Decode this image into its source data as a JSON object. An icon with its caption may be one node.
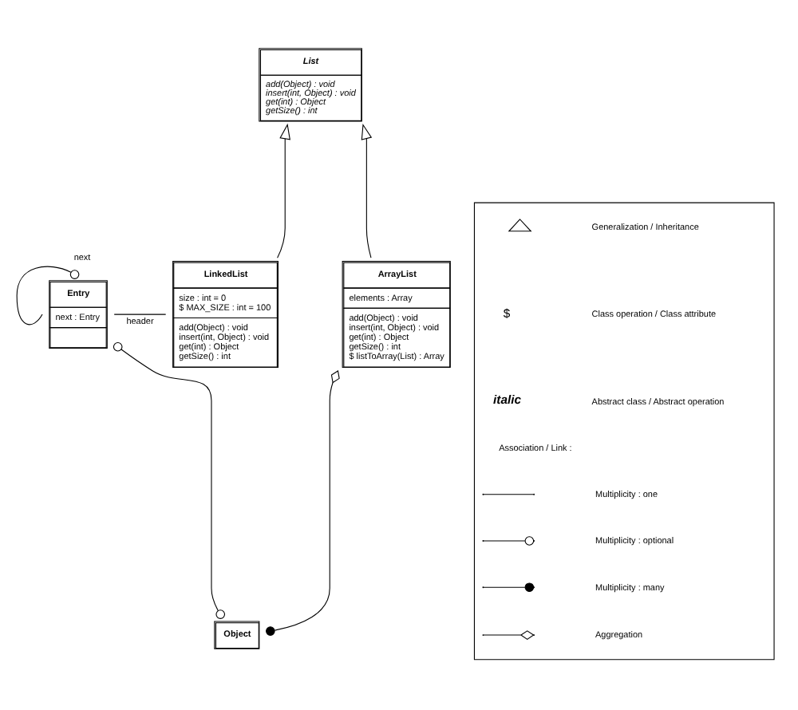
{
  "diagram": {
    "nodes": [
      {
        "text": [
          "List",
          "add(Object) : void",
          "insert(int, Object) : void",
          "get(int) : Object",
          "getSize() : int"
        ]
      },
      {
        "text": [
          "LinkedList",
          "size : int = 0",
          "$ MAX_SIZE : int = 100",
          "add(Object) : void",
          "insert(int, Object) : void",
          "get(int) : Object",
          "getSize() : int"
        ]
      },
      {
        "text": [
          "ArrayList",
          "elements : Array",
          "add(Object) : void",
          "insert(int, Object) : void",
          "get(int) : Object",
          "getSize() : int",
          "$ listToArray(List) : Array"
        ]
      },
      {
        "text": [
          "Entry",
          "next : Entry"
        ]
      },
      {
        "text": [
          "Object"
        ]
      },
      {
        "text": [],
        "shape": "box"
      }
    ],
    "edges": [
      {
        "from": 1,
        "to": 0,
        "arrow": "to"
      },
      {
        "from": 2,
        "to": 0,
        "arrow": "to"
      },
      {
        "from": 3,
        "to": 3,
        "arrow": "other",
        "label": "next"
      },
      {
        "from": 3,
        "to": 1,
        "arrow": "none",
        "label": "header"
      },
      {
        "from": 4,
        "to": 3,
        "arrow": "other"
      },
      {
        "from": 4,
        "to": 2,
        "arrow": "other"
      }
    ],
    "labels": [
      "$",
      "italic",
      "Association / Link :"
    ],
    "legend": [
      {
        "text": "Generalization / Inheritance"
      },
      {
        "text": "Class operation / Class attribute"
      },
      {
        "text": "Abstract class / Abstract operation"
      },
      {
        "text": "Multiplicity : one"
      },
      {
        "text": "Multiplicity : optional"
      },
      {
        "text": "Multiplicity : many"
      },
      {
        "text": "Aggregation"
      }
    ]
  }
}
